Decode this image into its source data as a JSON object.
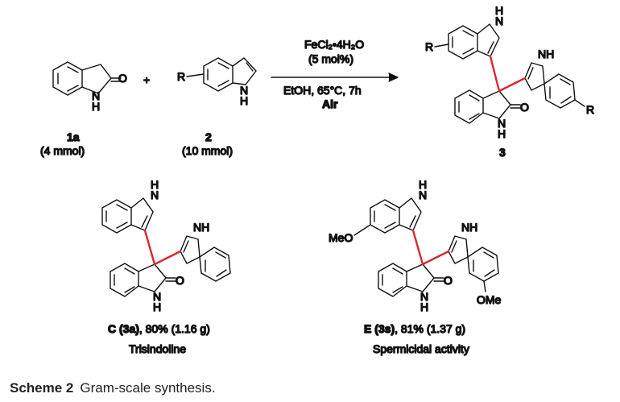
{
  "reaction": {
    "plus": "+",
    "reagent": "FeCl₂•4H₂O",
    "loading": "(5 mol%)",
    "conditions": "EtOH, 65°C, 7h",
    "atmosphere": "Air"
  },
  "compounds": {
    "c1a": {
      "id": "1a",
      "amount": "(4 mmol)"
    },
    "c2": {
      "id": "2",
      "amount": "(10 mmol)"
    },
    "c3": {
      "id": "3"
    }
  },
  "atoms": {
    "O": "O",
    "NH": "NH",
    "N": "N",
    "H": "H",
    "R": "R",
    "MeO": "MeO",
    "OMe": "OMe"
  },
  "examples": {
    "c": {
      "code": "C (3a)",
      "yield": ", 80% (1.16 g)",
      "name": "Trisindoline"
    },
    "e": {
      "code": "E (3s)",
      "yield": ", 81% (1.37 g)",
      "name": "Spermicidal activity"
    }
  },
  "caption": {
    "label": "Scheme 2",
    "text": "Gram-scale synthesis."
  },
  "colors": {
    "quaternary_bond": "#d9282f",
    "ink": "#111111"
  }
}
